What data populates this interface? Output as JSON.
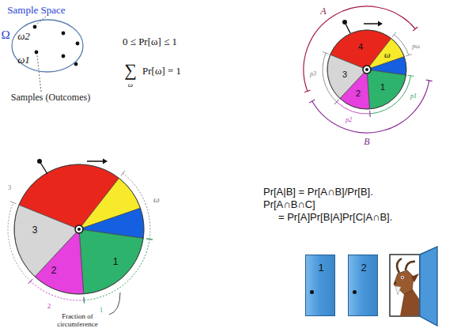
{
  "diagram": {
    "nodes": [
      {
        "text": [
          "Ω",
          "ω2",
          "ω1"
        ]
      },
      {
        "text": [
          "1"
        ]
      },
      {
        "text": [
          "2"
        ]
      }
    ],
    "labels": [
      "Sample Space",
      "Samples (Outcomes)",
      "0 ≤ Pr[ω] ≤ 1",
      "∑",
      "ω",
      "Pr[ω] = 1",
      "A",
      "4",
      "ω",
      "3",
      "2",
      "1",
      "pω",
      "p3",
      "p2",
      "p1",
      "B",
      "3",
      "2",
      "1",
      "ω",
      "3",
      "2",
      "1",
      "Fraction of circumference",
      "Pr[A|B] = Pr[A∩B]/Pr[B].",
      "Pr[A∩B∩C]",
      "= Pr[A]Pr[B|A]Pr[C|A∩B]."
    ]
  }
}
